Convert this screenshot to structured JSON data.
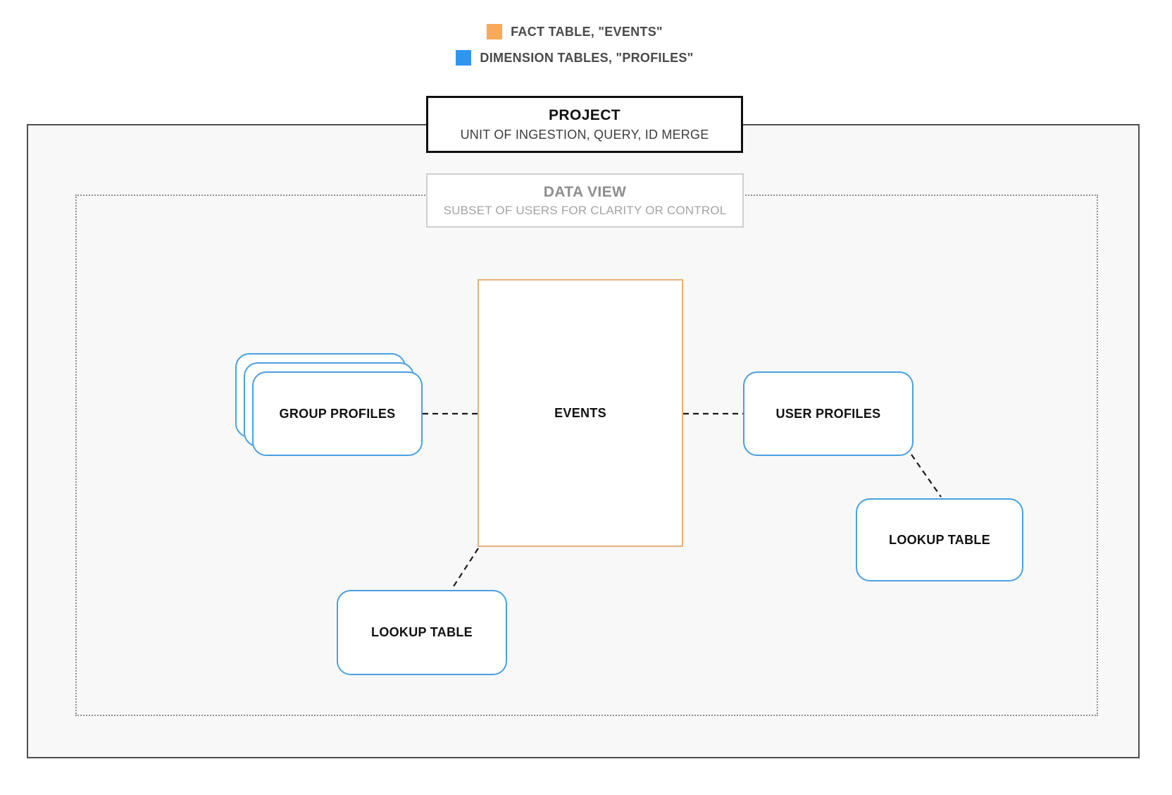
{
  "legend": {
    "items": [
      {
        "id": "fact-table",
        "label": "FACT TABLE, \"EVENTS\"",
        "color": "#F7A95C"
      },
      {
        "id": "dimension-tables",
        "label": "DIMENSION TABLES, \"PROFILES\"",
        "color": "#2F96F0"
      }
    ]
  },
  "project": {
    "title": "PROJECT",
    "subtitle": "UNIT OF INGESTION, QUERY, ID MERGE"
  },
  "data_view": {
    "title": "DATA VIEW",
    "subtitle": "SUBSET OF USERS FOR CLARITY OR CONTROL"
  },
  "nodes": {
    "events": {
      "label": "EVENTS"
    },
    "group_profiles": {
      "label": "GROUP PROFILES"
    },
    "user_profiles": {
      "label": "USER PROFILES"
    },
    "lookup_table_right": {
      "label": "LOOKUP TABLE"
    },
    "lookup_table_bottom": {
      "label": "LOOKUP TABLE"
    }
  },
  "colors": {
    "fact_accent": "#F7A95C",
    "fact_border": "#E9B173",
    "dimension_accent": "#2F96F0",
    "dimension_border": "#4AA0E0",
    "connector": "#1A1A1A",
    "boundary_fill": "#F8F8F8"
  }
}
